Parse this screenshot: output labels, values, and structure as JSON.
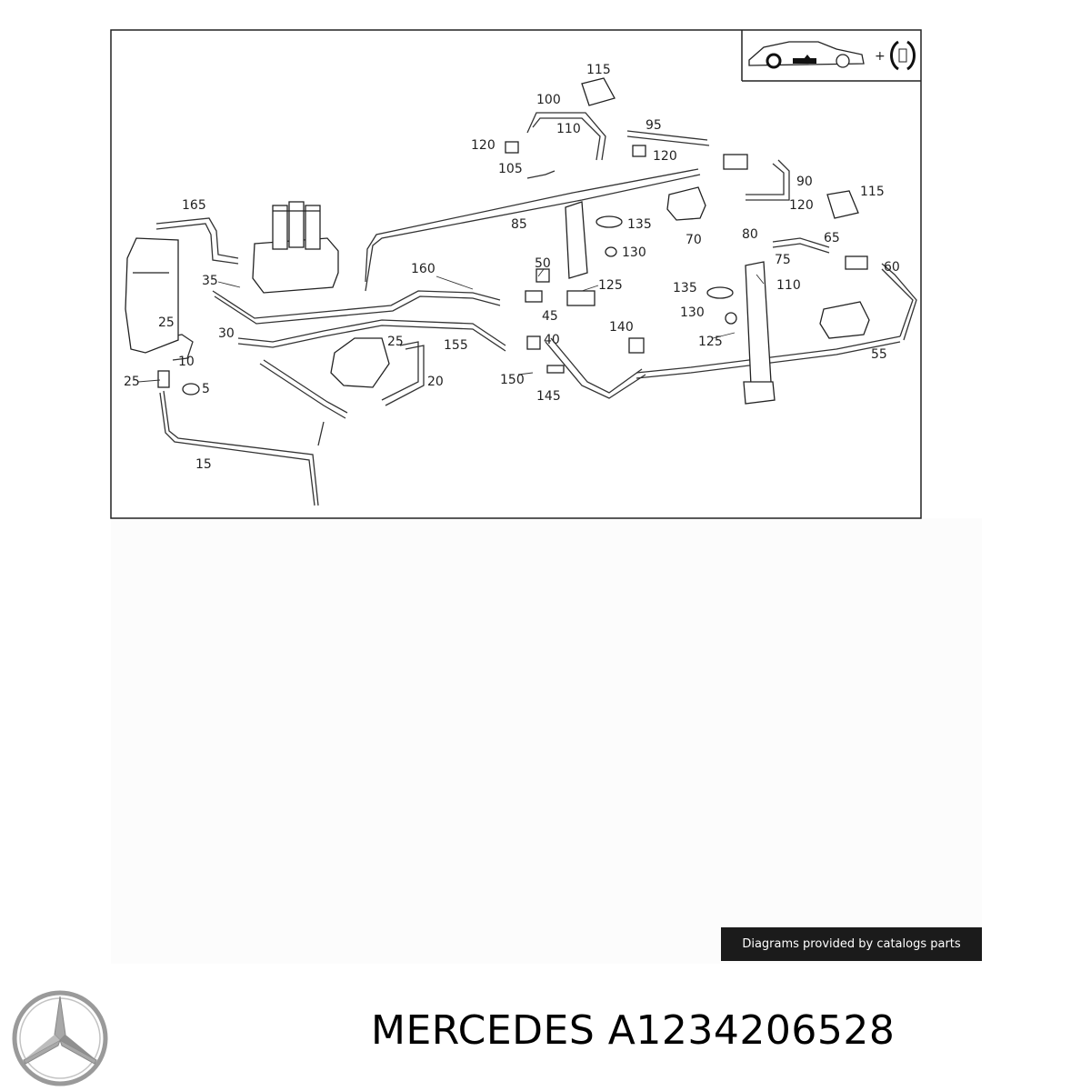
{
  "diagram": {
    "callouts": [
      "115",
      "100",
      "110",
      "95",
      "120",
      "120",
      "105",
      "90",
      "165",
      "85",
      "135",
      "130",
      "115",
      "120",
      "70",
      "80",
      "75",
      "65",
      "60",
      "35",
      "160",
      "50",
      "125",
      "45",
      "140",
      "135",
      "110",
      "130",
      "125",
      "55",
      "25",
      "30",
      "10",
      "40",
      "155",
      "25",
      "25",
      "5",
      "150",
      "145",
      "20",
      "15"
    ],
    "inset_plus": "+"
  },
  "credit": {
    "text": "Diagrams provided by catalogs parts"
  },
  "title": {
    "brand": "MERCEDES",
    "part_number": "A1234206528"
  },
  "logo": {
    "icon": "mercedes-star-icon",
    "color": "#9a9a9a"
  }
}
